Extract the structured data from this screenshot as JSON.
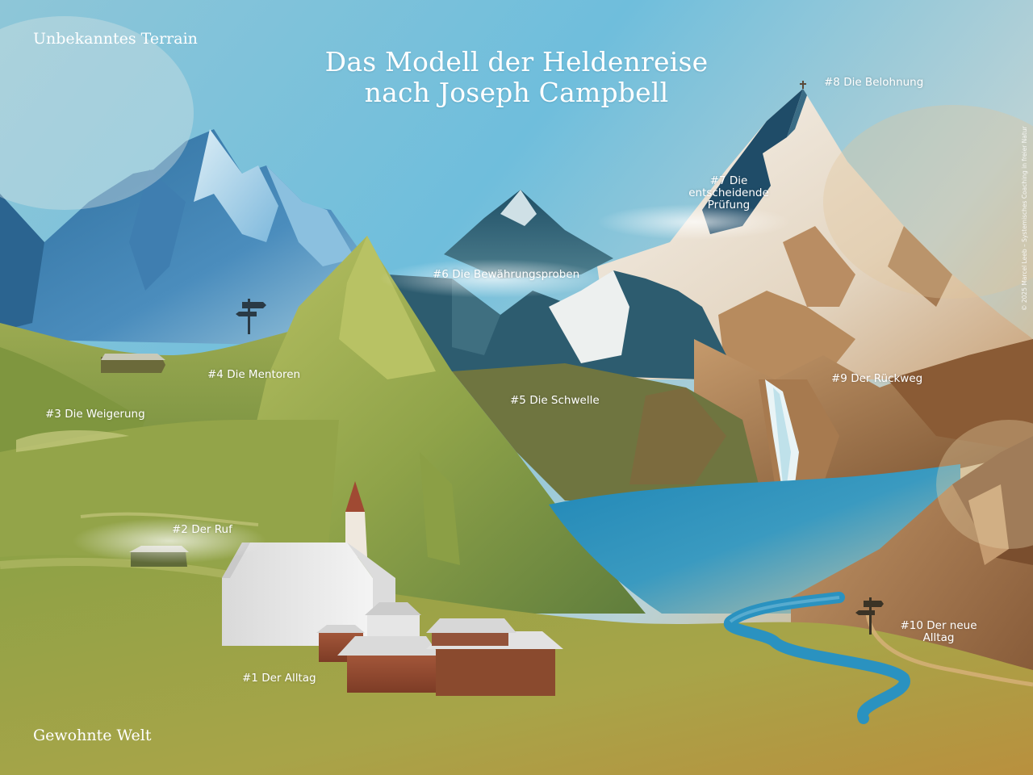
{
  "title": {
    "line1": "Das Modell der Heldenreise",
    "line2": "nach Joseph Campbell"
  },
  "corners": {
    "top_left": "Unbekanntes Terrain",
    "bottom_left": "Gewohnte Welt"
  },
  "stages": [
    {
      "lines": [
        "#1 Der Alltag"
      ]
    },
    {
      "lines": [
        "#2 Der Ruf"
      ]
    },
    {
      "lines": [
        "#3 Die Weigerung"
      ]
    },
    {
      "lines": [
        "#4 Die Mentoren"
      ]
    },
    {
      "lines": [
        "#5 Die Schwelle"
      ]
    },
    {
      "lines": [
        "#6 Die Bewährungsproben"
      ]
    },
    {
      "lines": [
        "#7 Die",
        "entscheidende",
        "Prüfung"
      ]
    },
    {
      "lines": [
        "#8 Die Belohnung"
      ]
    },
    {
      "lines": [
        "#9 Der Rückweg"
      ]
    },
    {
      "lines": [
        "#10 Der neue",
        "Alltag"
      ]
    }
  ],
  "copyright": "© 2025 Marcel Leeb – Systemisches Coaching in freier Natur",
  "colors": {
    "sky": "#7cc0dc",
    "meadow": "#8ea246",
    "lake": "#2f8fb5",
    "earth": "#9a6a3c",
    "snow": "#f2ede6"
  }
}
